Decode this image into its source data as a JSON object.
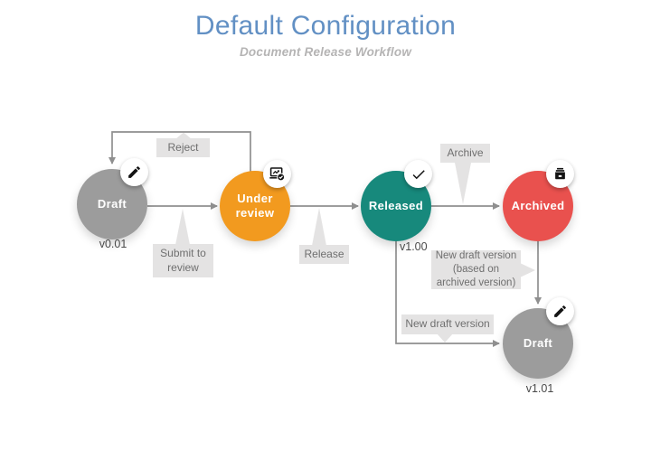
{
  "header": {
    "title": "Default Configuration",
    "subtitle": "Document Release Workflow",
    "title_color": "#6290c4",
    "subtitle_color": "#b5b4b4"
  },
  "nodes": [
    {
      "id": "draft-initial",
      "label": "Draft",
      "version": "v0.01",
      "color": "#9c9c9c",
      "icon": "pencil-icon"
    },
    {
      "id": "under-review",
      "label": "Under review",
      "color": "#f29a1f",
      "icon": "laptop-check-icon"
    },
    {
      "id": "released",
      "label": "Released",
      "version": "v1.00",
      "color": "#17897c",
      "icon": "check-icon"
    },
    {
      "id": "archived",
      "label": "Archived",
      "color": "#e9514e",
      "icon": "archive-box-icon"
    },
    {
      "id": "draft-new",
      "label": "Draft",
      "version": "v1.01",
      "color": "#9c9c9c",
      "icon": "pencil-icon"
    }
  ],
  "connector_labels": {
    "reject": "Reject",
    "submit_to_review": "Submit to review",
    "release": "Release",
    "archive": "Archive",
    "new_draft_from_archived": "New draft version (based on archived version)",
    "new_draft": "New draft version"
  },
  "colors": {
    "connector": "#8f8f8f",
    "label_background": "#e4e3e3",
    "label_text": "#6f6f6f",
    "version_text": "#4a4a4a"
  }
}
